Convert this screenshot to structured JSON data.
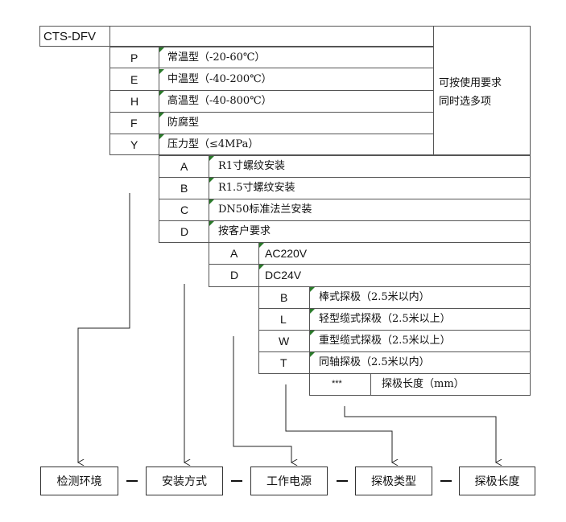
{
  "model": "CTS-DFV",
  "note_lines": [
    "可按使用要求",
    "同时选多项"
  ],
  "temperature_options": [
    {
      "code": "P",
      "label": "常温型（-20-60℃）"
    },
    {
      "code": "E",
      "label": "中温型（-40-200℃）"
    },
    {
      "code": "H",
      "label": "高温型（-40-800℃）"
    },
    {
      "code": "F",
      "label": "防腐型"
    },
    {
      "code": "Y",
      "label": "压力型（≤4MPa）"
    }
  ],
  "install_options": [
    {
      "code": "A",
      "label": "R1寸螺纹安装"
    },
    {
      "code": "B",
      "label": "R1.5寸螺纹安装"
    },
    {
      "code": "C",
      "label": "DN50标准法兰安装"
    },
    {
      "code": "D",
      "label": "按客户要求"
    }
  ],
  "power_options": [
    {
      "code": "A",
      "label": "AC220V"
    },
    {
      "code": "D",
      "label": "DC24V"
    }
  ],
  "probe_options": [
    {
      "code": "B",
      "label": "棒式探极（2.5米以内）"
    },
    {
      "code": "L",
      "label": "轻型缆式探极（2.5米以上）"
    },
    {
      "code": "W",
      "label": "重型缆式探极（2.5米以上）"
    },
    {
      "code": "T",
      "label": "同轴探极（2.5米以内）"
    }
  ],
  "length_option": {
    "code": "***",
    "label": "探极长度（mm）"
  },
  "bottom_labels": [
    "检测环境",
    "安装方式",
    "工作电源",
    "探极类型",
    "探极长度"
  ]
}
